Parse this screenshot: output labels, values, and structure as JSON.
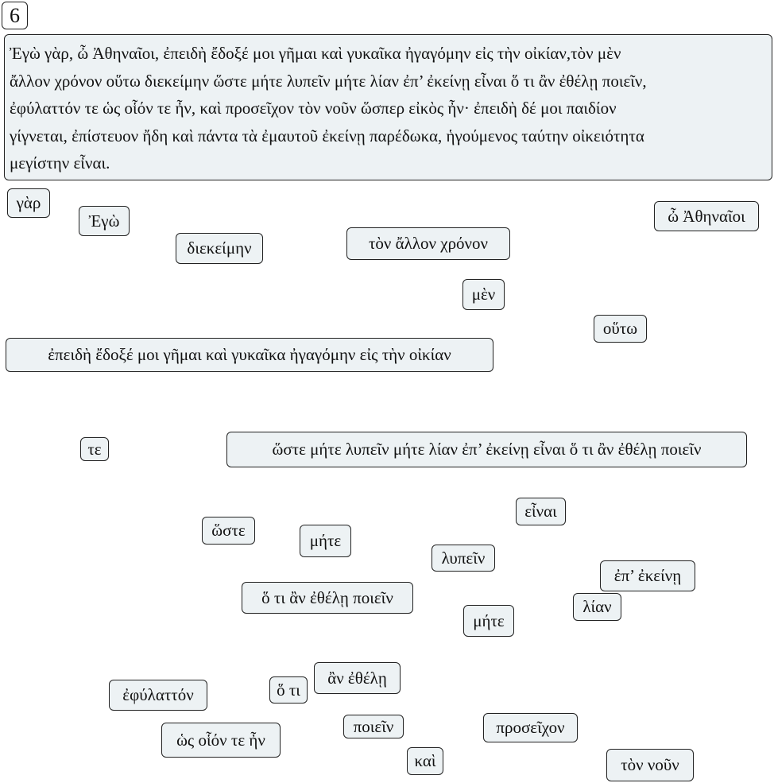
{
  "exercise_number": "6",
  "passage_lines": [
    " Ἐγὼ γὰρ, ὦ Ἀθηναῖοι, ἐπειδὴ ἔδοξέ μοι γῆμαι καὶ γυκαῖκα ἠγαγόμην εἰς τὴν οἰκίαν,τὸν μὲν",
    "ἄλλον  χρόνον οὕτω διεκείμην ὥστε μήτε λυπεῖν μήτε λίαν ἐπ’ ἐκείνῃ εἶναι ὅ τι ἂν ἐθέλῃ ποιεῖν,",
    " ἐφύλαττόν τε ὡς οἷόν τε ἦν, καὶ προσεῖχον τὸν νοῦν ὥσπερ εἰκὸς ἦν· ἐπειδὴ δέ μοι παιδίον",
    " γίγνεται, ἐπίστευον ἤδη καὶ πάντα τὰ ἐμαυτοῦ ἐκείνῃ παρέδωκα, ἡγούμενος ταύτην οἰκειότητα",
    "μεγίστην εἶναι."
  ],
  "chunks": [
    "γὰρ",
    "Ἐγὼ",
    "διεκείμην",
    "τὸν ἄλλον  χρόνον",
    "ὦ Ἀθηναῖοι",
    "μὲν",
    "οὕτω",
    "ἐπειδὴ ἔδοξέ μοι γῆμαι καὶ γυκαῖκα ἠγαγόμην εἰς τὴν οἰκίαν",
    "τε",
    "ὥστε μήτε λυπεῖν μήτε λίαν ἐπ’ ἐκείνῃ εἶναι ὅ τι ἂν ἐθέλῃ ποιεῖν",
    "εἶναι",
    "ὥστε",
    "μήτε",
    "λυπεῖν",
    "ἐπ’ ἐκείνῃ",
    "ὅ τι ἂν ἐθέλῃ ποιεῖν",
    "λίαν",
    "μήτε",
    "ἂν ἐθέλῃ",
    "ἐφύλαττόν",
    "ὅ τι",
    "ποιεῖν",
    "προσεῖχον",
    "ὡς οἷόν τε ἦν",
    "καὶ",
    "τὸν νοῦν"
  ]
}
